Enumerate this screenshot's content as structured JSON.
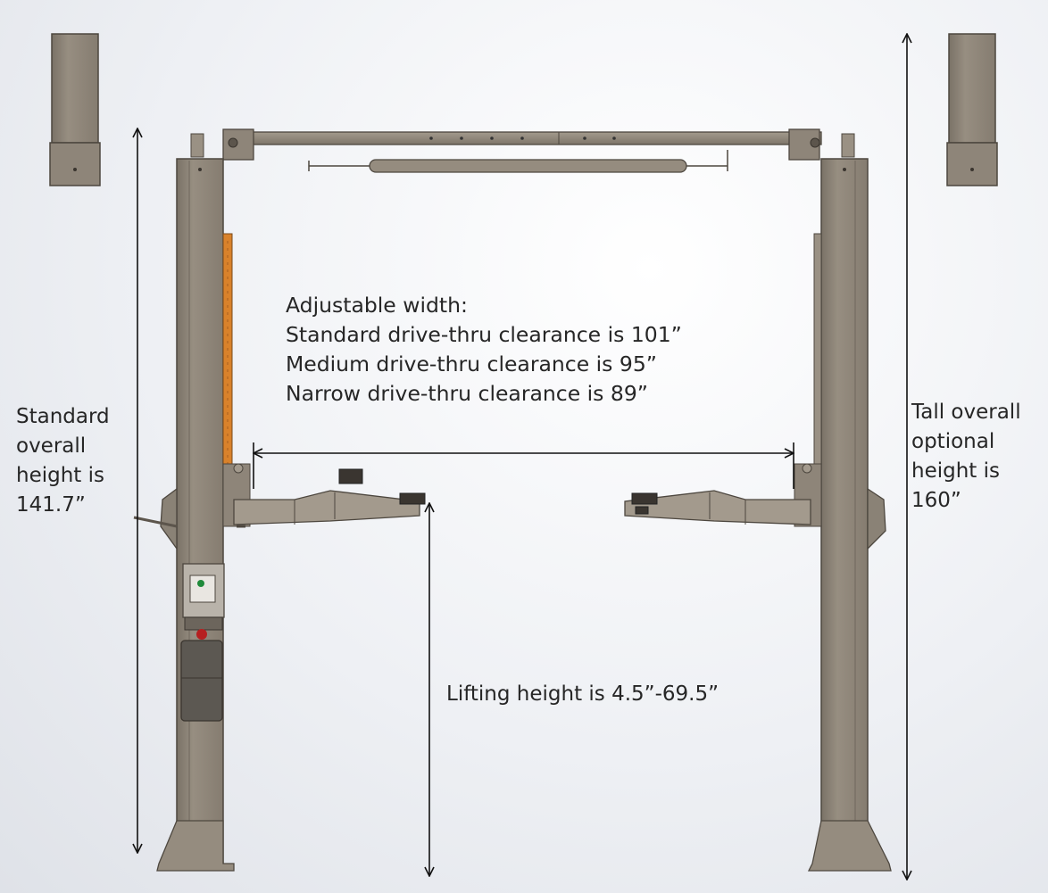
{
  "annotations": {
    "adjustable_width": {
      "heading": "Adjustable width:",
      "lines": [
        "Standard drive-thru clearance is 101”",
        "Medium drive-thru clearance is 95”",
        "Narrow drive-thru clearance is 89”"
      ]
    },
    "standard_height": [
      "Standard",
      "overall",
      "height is",
      "141.7”"
    ],
    "tall_height": [
      "Tall overall",
      "optional",
      "height is",
      "160”"
    ],
    "lifting_height": "Lifting height is 4.5”-69.5”"
  },
  "colors": {
    "column": "#8c8377",
    "column_dark": "#6f675d",
    "column_light": "#a39a8d",
    "accent_orange": "#d9822b",
    "dimension_line": "#111111"
  }
}
